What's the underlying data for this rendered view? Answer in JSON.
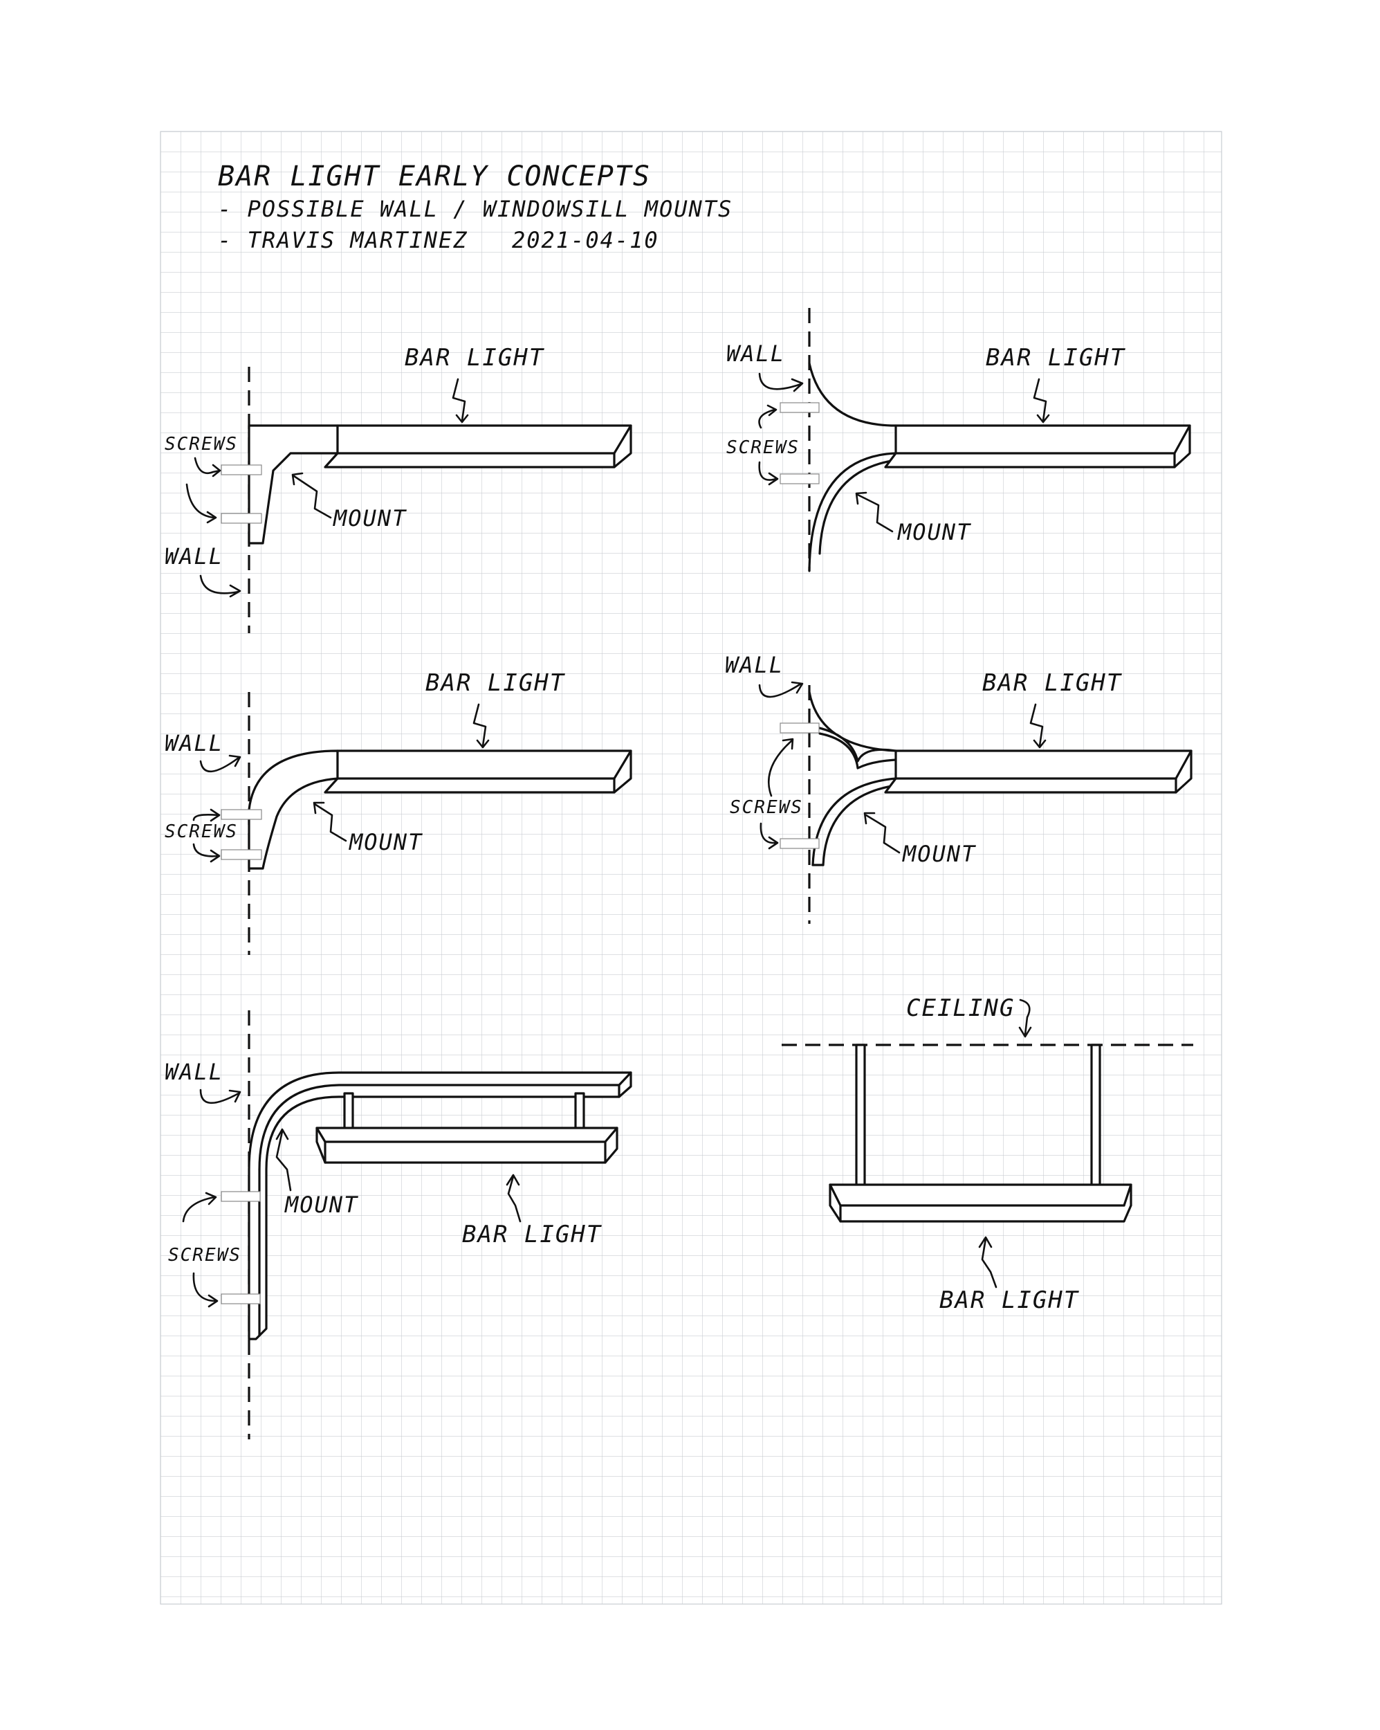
{
  "header": {
    "title": "BAR LIGHT EARLY CONCEPTS",
    "line2": "- POSSIBLE WALL / WINDOWSILL MOUNTS",
    "line3_author": "- TRAVIS MARTINEZ",
    "line3_date": "2021-04-10"
  },
  "labels": {
    "bar_light": "BAR LIGHT",
    "wall": "WALL",
    "screws": "SCREWS",
    "mount": "MOUNT",
    "ceiling": "CEILING"
  },
  "colors": {
    "ink": "#111111",
    "grid": "#c9cdd2",
    "paper": "#ffffff"
  }
}
